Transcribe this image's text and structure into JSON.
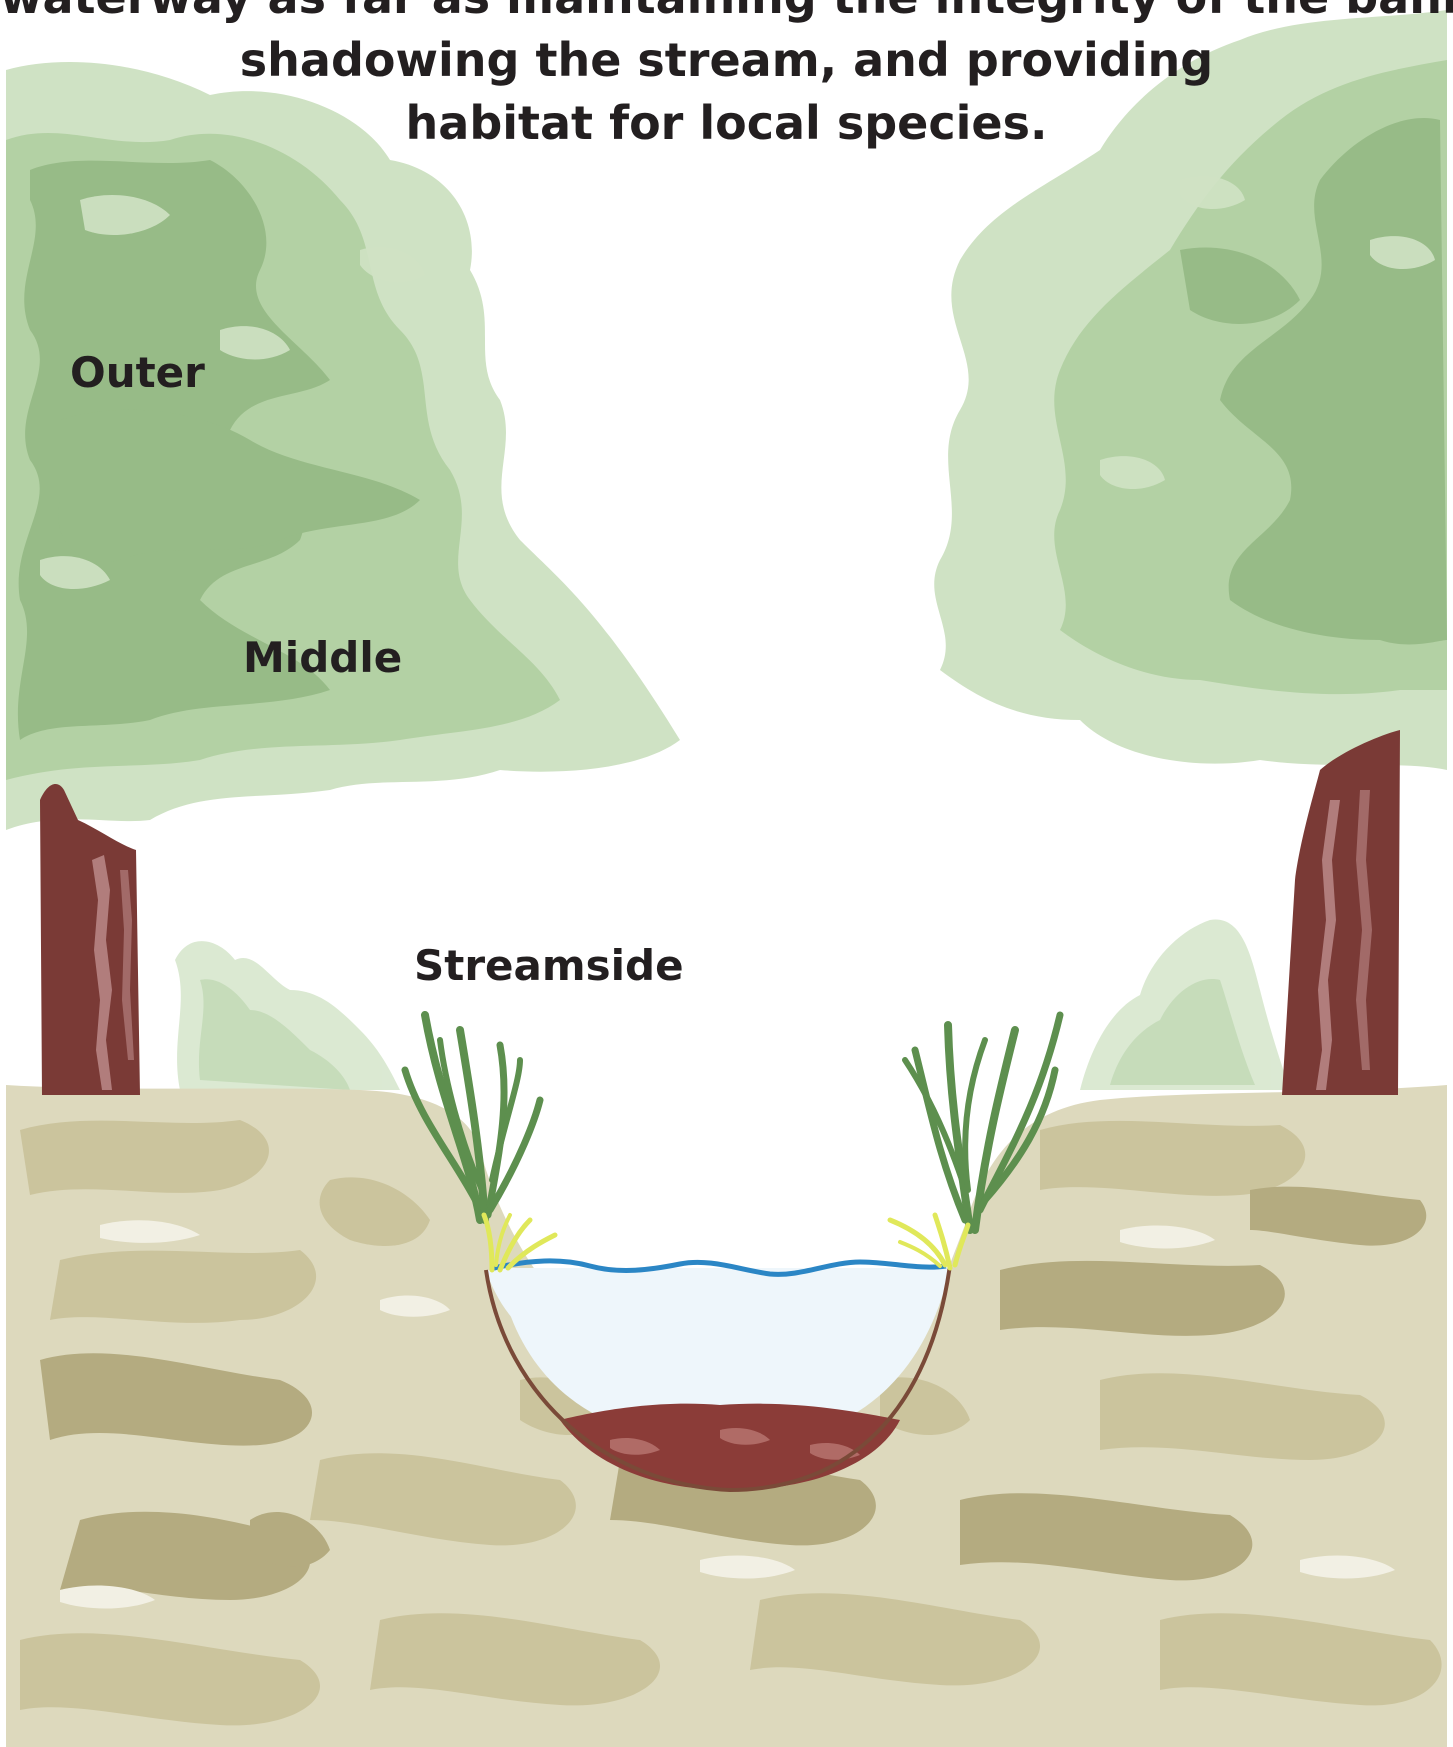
{
  "caption": {
    "lines": [
      "waterway as far as maintaining the integrity of the bank,",
      "shadowing the stream, and providing",
      "habitat for local species."
    ]
  },
  "zones": {
    "outer": "Outer",
    "middle": "Middle",
    "streamside": "Streamside"
  },
  "colors": {
    "canopy_light": "#cfe2c4",
    "canopy_mid": "#b3d1a4",
    "canopy_dark": "#97bb87",
    "trunk": "#7a3a36",
    "trunk_highlight": "#c99a9a",
    "ground_light": "#ddd9bd",
    "ground_mid": "#cbc49d",
    "ground_dark": "#b4ab80",
    "water": "#eef6fb",
    "water_surface": "#2b86c5",
    "streambed": "#8b3c38",
    "grass_dark": "#5d8f4e",
    "grass_yellow": "#e0e85a",
    "text": "#231f20"
  }
}
